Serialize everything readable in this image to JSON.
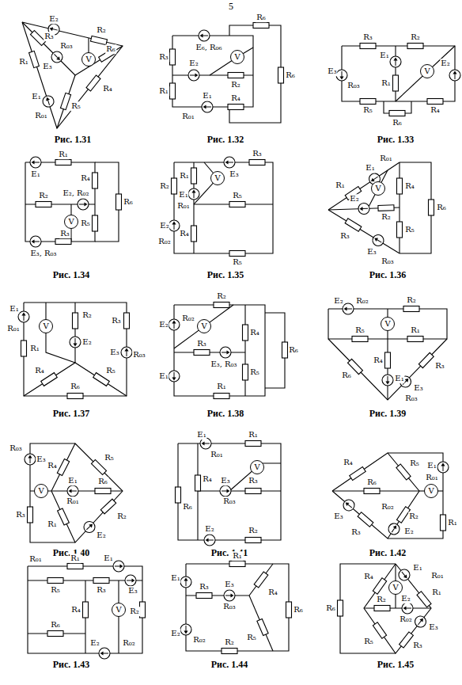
{
  "diagram": {
    "nodes": [
      {
        "text": [
          "V"
        ]
      },
      {
        "text": [
          "V"
        ]
      },
      {
        "text": [
          "V"
        ]
      },
      {
        "text": [
          "V"
        ]
      },
      {
        "text": [
          "V"
        ]
      },
      {
        "text": [
          "V"
        ]
      },
      {
        "text": [
          "V"
        ]
      },
      {
        "text": [
          "V"
        ]
      },
      {
        "text": [
          "V"
        ]
      },
      {
        "text": [
          "V"
        ]
      },
      {
        "text": [
          "V"
        ]
      },
      {
        "text": [
          "V"
        ]
      },
      {
        "text": [
          "V"
        ]
      },
      {
        "text": [
          "V"
        ]
      }
    ],
    "labels": [
      "5",
      "E₂",
      "R₂",
      "R₃",
      "R₁",
      "E₃",
      "R₀₃",
      "R₆",
      "R₅",
      "R₄",
      "R₀₁",
      "E₁",
      "Рис. 1.31",
      "E₆, R₀₆",
      "R₆",
      "R₆",
      "R₃",
      "E₂",
      "R₂",
      "R₁",
      "E₁",
      "R₀₁",
      "R₄",
      "Рис. 1.32",
      "R₃",
      "R₂",
      "E₁",
      "R₁",
      "E₃",
      "R₀₃",
      "E₂",
      "R₅",
      "R₄",
      "R₆",
      "Рис. 1.33",
      "E₁",
      "R₁",
      "R₄",
      "R₆",
      "E₂, R₀₂",
      "R₂",
      "R₅",
      "E₃, R₀₃",
      "R₃",
      "Рис. 1.34",
      "R₂",
      "R₁",
      "E₃",
      "R₃",
      "E₁",
      "R₀₁",
      "E₂",
      "R₀₂",
      "R₄",
      "R₅",
      "R₅",
      "Рис. 1.35",
      "R₁",
      "E₁",
      "R₀₁",
      "R₄",
      "R₆",
      "E₂",
      "R₂",
      "R₅",
      "R₃",
      "E₃",
      "R₀₃",
      "Рис. 1.36",
      "E₁",
      "R₀₁",
      "R₁",
      "R₂",
      "E₂",
      "R₃",
      "E₃",
      "R₀₃",
      "R₄",
      "R₅",
      "R₆",
      "Рис. 1.37",
      "E₂",
      "R₀₂",
      "R₂",
      "R₄",
      "R₆",
      "R₃",
      "E₃, R₀₃",
      "R₅",
      "E₁",
      "R₁",
      "Рис. 1.38",
      "E₂",
      "R₀₂",
      "R₂",
      "R₅",
      "R₁",
      "R₄",
      "E₁",
      "R₆",
      "R₃",
      "E₃",
      "R₀₃",
      "Рис. 1.39",
      "R₀₃",
      "E₃",
      "R₄",
      "R₅",
      "R₆",
      "E₁",
      "R₀₁",
      "R₂",
      "E₂",
      "R₁",
      "R₃",
      "Рис. 1.40",
      "E₁",
      "R₀₁",
      "R₁",
      "R₄",
      "R₆",
      "E₃",
      "R₃",
      "R₀₃",
      "E₂",
      "R₂",
      "Рис. 1.41",
      "R₄",
      "R₅",
      "E₁",
      "R₀₁",
      "R₆",
      "E₃",
      "R₃",
      "R₀₂",
      "R₂",
      "E₂",
      "R₁",
      "Рис. 1.42",
      "R₀₁",
      "R₁",
      "E₁",
      "R₅",
      "R₃",
      "E₃",
      "R₄",
      "R₂",
      "R₆",
      "E₂",
      "R₀₂",
      "Рис. 1.43",
      "E₁",
      "R₁",
      "R₃",
      "E₃",
      "R₀₃",
      "R₄",
      "R₆",
      "R₅",
      "E₂",
      "R₀₂",
      "R₂",
      "Рис. 1.44",
      "R₆",
      "R₄",
      "E₁",
      "R₀₁",
      "R₁",
      "R₂",
      "E₂",
      "R₀₂",
      "E₃",
      "R₃",
      "R₅",
      "Рис. 1.45"
    ]
  }
}
